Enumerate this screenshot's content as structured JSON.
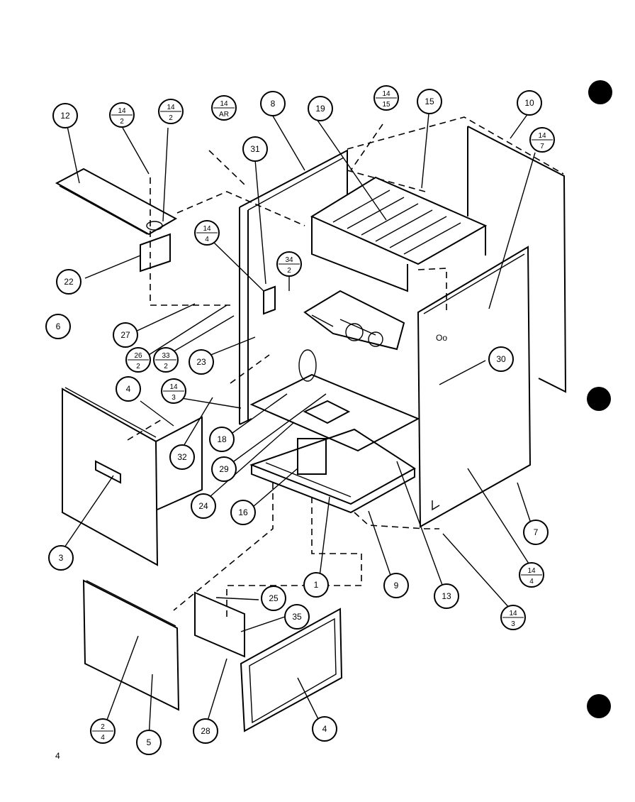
{
  "callouts": [
    {
      "id": "c12",
      "label": "12"
    },
    {
      "id": "c14-2a",
      "top": "14",
      "bottom": "2"
    },
    {
      "id": "c14-2b",
      "top": "14",
      "bottom": "2"
    },
    {
      "id": "c14-ar",
      "top": "14",
      "bottom": "AR"
    },
    {
      "id": "c8",
      "label": "8"
    },
    {
      "id": "c19",
      "label": "19"
    },
    {
      "id": "c14-15",
      "top": "14",
      "bottom": "15"
    },
    {
      "id": "c15",
      "label": "15"
    },
    {
      "id": "c10",
      "label": "10"
    },
    {
      "id": "c14-7",
      "top": "14",
      "bottom": "7"
    },
    {
      "id": "c31",
      "label": "31"
    },
    {
      "id": "c14-4a",
      "top": "14",
      "bottom": "4"
    },
    {
      "id": "c34-2",
      "top": "34",
      "bottom": "2"
    },
    {
      "id": "c22",
      "label": "22"
    },
    {
      "id": "c6",
      "label": "6"
    },
    {
      "id": "c27",
      "label": "27"
    },
    {
      "id": "c26-2",
      "top": "26",
      "bottom": "2"
    },
    {
      "id": "c33-2",
      "top": "33",
      "bottom": "2"
    },
    {
      "id": "c23",
      "label": "23"
    },
    {
      "id": "c30",
      "label": "30"
    },
    {
      "id": "c4a",
      "label": "4"
    },
    {
      "id": "c14-3a",
      "top": "14",
      "bottom": "3"
    },
    {
      "id": "c32",
      "label": "32"
    },
    {
      "id": "c18",
      "label": "18"
    },
    {
      "id": "c29",
      "label": "29"
    },
    {
      "id": "c24",
      "label": "24"
    },
    {
      "id": "c16",
      "label": "16"
    },
    {
      "id": "c3",
      "label": "3"
    },
    {
      "id": "c7",
      "label": "7"
    },
    {
      "id": "c14-4b",
      "top": "14",
      "bottom": "4"
    },
    {
      "id": "c1",
      "label": "1"
    },
    {
      "id": "c9",
      "label": "9"
    },
    {
      "id": "c13",
      "label": "13"
    },
    {
      "id": "c14-3b",
      "top": "14",
      "bottom": "3"
    },
    {
      "id": "c25",
      "label": "25"
    },
    {
      "id": "c35",
      "label": "35"
    },
    {
      "id": "c2-4",
      "top": "2",
      "bottom": "4"
    },
    {
      "id": "c5",
      "label": "5"
    },
    {
      "id": "c28",
      "label": "28"
    },
    {
      "id": "c4b",
      "label": "4"
    }
  ],
  "page_number": "4",
  "panel_text": "Oo"
}
